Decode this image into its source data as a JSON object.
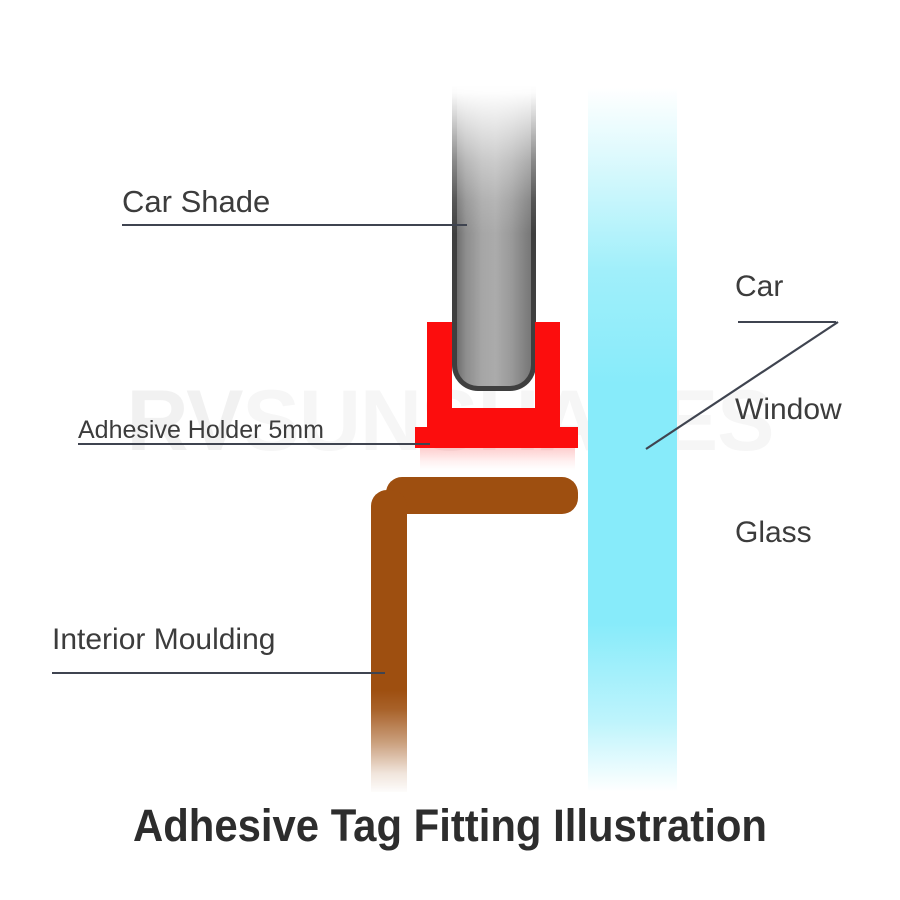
{
  "illustration": {
    "title": "Adhesive Tag Fitting Illustration",
    "watermark": {
      "prefix": "RV",
      "suffix": "SUNSHADES"
    },
    "labels": {
      "car_shade": "Car Shade",
      "adhesive_holder": "Adhesive Holder 5mm",
      "interior_moulding": "Interior Moulding",
      "car_window_glass_line1": "Car",
      "car_window_glass_line2": "Window",
      "car_window_glass_line3": "Glass"
    },
    "colors": {
      "adhesive_red": "#fc0d0d",
      "moulding_brown": "#9e4f10",
      "glass_cyan": "#87ebfa",
      "shade_gray": "#ababab",
      "shade_outline": "#3f3f3f",
      "text_dark": "#3c3c3c",
      "title_dark": "#2d2d2d",
      "leader_line": "#3f4450",
      "background": "#ffffff"
    }
  }
}
